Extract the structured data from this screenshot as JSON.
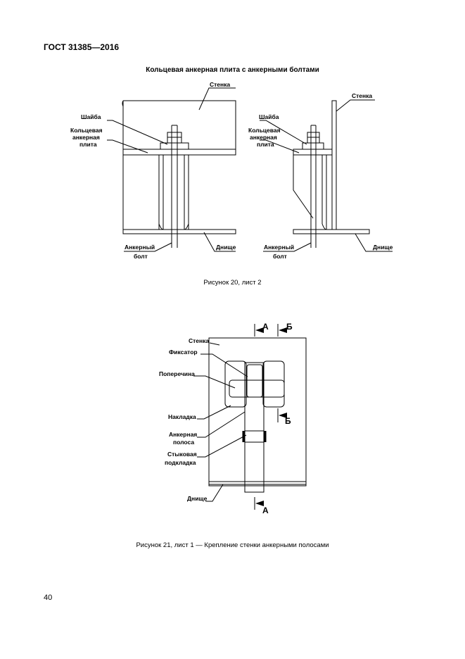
{
  "header": {
    "standard": "ГОСТ 31385—2016"
  },
  "figure20": {
    "title": "Кольцевая анкерная плита с анкерными болтами",
    "caption": "Рисунок 20, лист 2",
    "left": {
      "wall": "Стенка",
      "washer": "Шайба",
      "ring_plate": [
        "Кольцевая",
        "анкерная",
        "плита"
      ],
      "bolt": [
        "Анкерный",
        "болт"
      ],
      "bottom": "Днище"
    },
    "right": {
      "wall": "Стенка",
      "washer": "Шайба",
      "ring_plate": [
        "Кольцевая",
        "анкерная",
        "плита"
      ],
      "bolt": [
        "Анкерный",
        "болт"
      ],
      "bottom": "Днище"
    }
  },
  "figure21": {
    "caption": "Рисунок 21, лист 1 — Крепление стенки анкерными полосами",
    "labels": {
      "wall": "Стенка",
      "retainer": "Фиксатор",
      "crossbar": "Поперечина",
      "overlay": "Накладка",
      "anchor_strip": [
        "Анкерная",
        "полоса"
      ],
      "butt_plate": [
        "Стыковая",
        "подкладка"
      ],
      "bottom": "Днище"
    },
    "section_marks": {
      "a": "А",
      "b": "Б"
    }
  },
  "page_number": "40"
}
